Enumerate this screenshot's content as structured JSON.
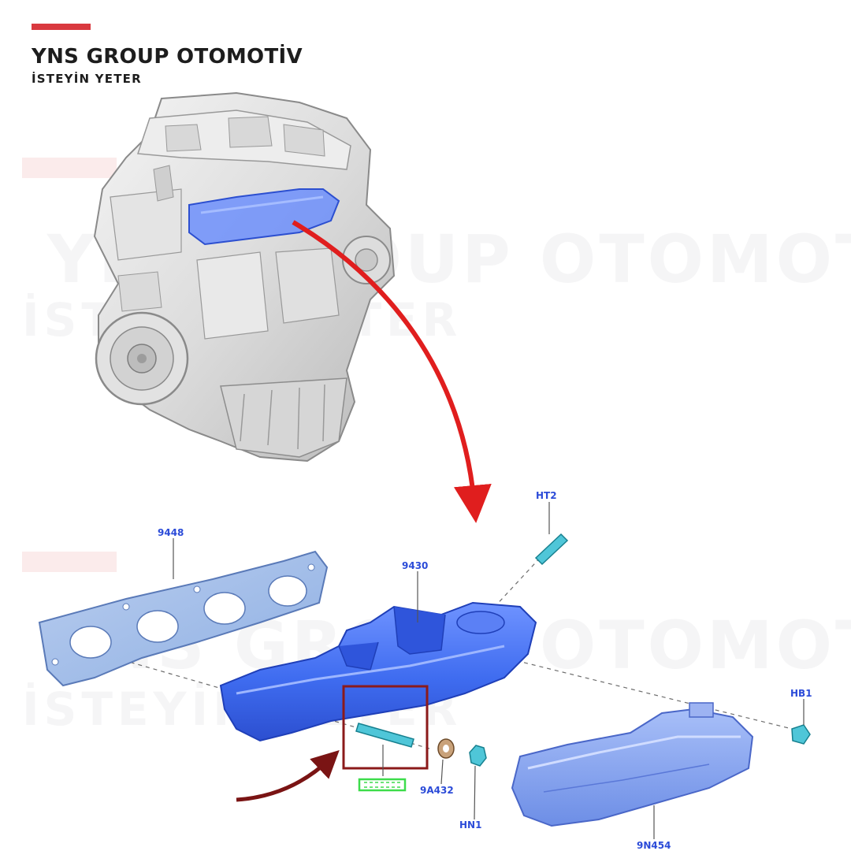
{
  "header": {
    "brand": "YNS GROUP OTOMOTİV",
    "tagline": "İSTEYİN YETER"
  },
  "watermark": {
    "brand": "YNS GROUP OTOMOTİV",
    "tagline": "İSTEYİN YETER"
  },
  "parts": {
    "gasket": "9448",
    "manifold": "9430",
    "stud": "HT2",
    "bolt": "HB1",
    "washer": "9A432",
    "nut": "HN1",
    "heat_shield": "9N454"
  },
  "colors": {
    "accent": "#d9393f",
    "pointer_arrow": "#e01e1e",
    "callout_arrow": "#7a1414",
    "highlight_box": "#8b1a1a",
    "part_blue": "#3f6cf0",
    "label_blue": "#2b4bd8",
    "marker_green": "#3ddc4b"
  }
}
